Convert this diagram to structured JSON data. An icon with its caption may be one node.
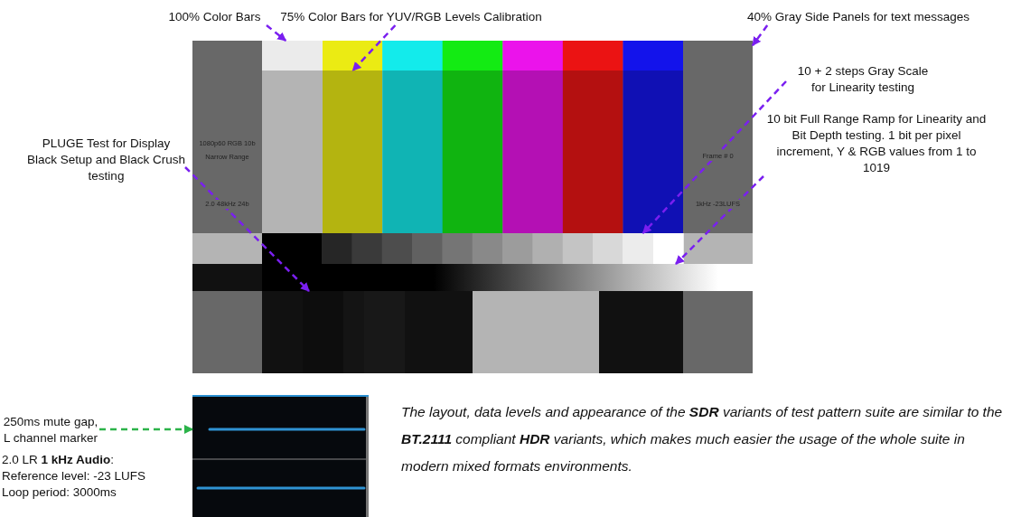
{
  "diagram": {
    "nodes": [
      {
        "text": [
          "100% Color Bars"
        ]
      },
      {
        "text": [
          "75% Color Bars for YUV/RGB Levels Calibration"
        ]
      },
      {
        "text": [
          "40% Gray Side Panels for text messages"
        ]
      },
      {
        "text": [
          "10 + 2 steps Gray Scale for Linearity testing"
        ]
      },
      {
        "text": [
          "10 bit Full Range Ramp for Linearity and Bit Depth testing. 1 bit per pixel increment, Y & RGB values from 1 to 1019"
        ]
      },
      {
        "text": [
          "PLUGE Test for Display Black Setup and Black Crush testing"
        ]
      },
      {
        "text": [
          "250ms mute gap, L channel marker"
        ]
      },
      {
        "text": [],
        "shape": "box"
      },
      {
        "text": [],
        "shape": "box"
      },
      {
        "text": [],
        "shape": "box"
      },
      {
        "text": [],
        "shape": "box"
      },
      {
        "text": [],
        "shape": "bar"
      },
      {
        "text": [],
        "shape": "box"
      },
      {
        "text": [],
        "shape": "picture"
      }
    ],
    "edges": [
      {
        "from": 0,
        "to": 7,
        "arrow": "to",
        "style": "dashed"
      },
      {
        "from": 1,
        "to": 8,
        "arrow": "to",
        "style": "dashed"
      },
      {
        "from": 2,
        "to": 9,
        "arrow": "to",
        "style": "dashed"
      },
      {
        "from": 3,
        "to": 10,
        "arrow": "to",
        "style": "dashed"
      },
      {
        "from": 4,
        "to": 11,
        "arrow": "to",
        "style": "dashed"
      },
      {
        "from": 5,
        "to": 12,
        "arrow": "to",
        "style": "dashed"
      },
      {
        "from": 6,
        "to": 13,
        "arrow": "to",
        "style": "dashed",
        "color": "#2cb34a"
      }
    ],
    "labels": [
      "1080p60 RGB 10b",
      "Narrow Range",
      "2.0 48kHz 24b",
      "Frame # 0",
      "1kHz -23LUFS",
      "2.0 LR **1 kHz Audio**:",
      "Reference level: -23 LUFS",
      "Loop period: 3000ms",
      "The layout, data levels and appearance of the **SDR** variants of test pattern suite are similar to the **BT.2111** compliant **HDR** variants, which makes much easier the usage of the whole suite in modern mixed formats environments."
    ]
  }
}
